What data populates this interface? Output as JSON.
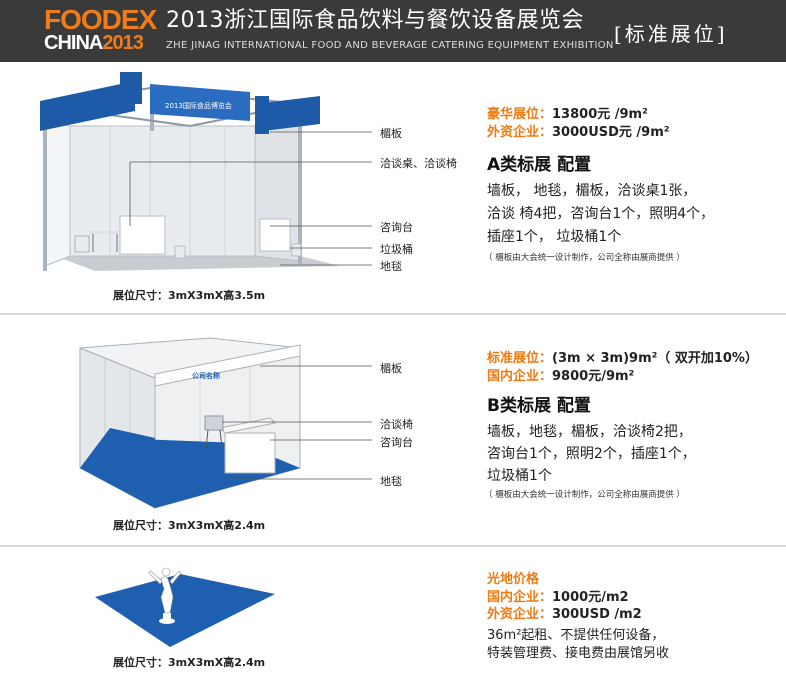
{
  "header": {
    "logo_line1": "FOODEX",
    "logo_line2_a": "CHINA",
    "logo_line2_b": "2013",
    "title_cn": "2013浙江国际食品饮料与餐饮设备展览会",
    "title_en": "ZHE JINAG INTERNATIONAL FOOD AND BEVERAGE CATERING EQUIPMENT EXHIBITION",
    "tag": "[标准展位]"
  },
  "booth_a": {
    "callouts": [
      "楣板",
      "洽谈桌、洽谈椅",
      "咨询台",
      "垃圾桶",
      "地毯"
    ],
    "fascia_text": "2013国际食品博览会",
    "dimension": "展位尺寸：3mX3mX高3.5m",
    "price1_label": "豪华展位：",
    "price1_value": "13800元 /9m²",
    "price2_label": "外资企业：",
    "price2_value": "3000USD元 /9m²",
    "type_title": "A类标展  配置",
    "desc": [
      "墙板， 地毯，楣板，洽谈桌1张，",
      "洽谈 椅4把，咨询台1个，照明4个，",
      "插座1个， 垃圾桶1个"
    ],
    "note": "（ 楣板由大会统一设计制作，公司全称由展商提供 ）"
  },
  "booth_b": {
    "callouts": [
      "楣板",
      "洽谈椅",
      "咨询台",
      "地毯"
    ],
    "fascia_text": "公司名称",
    "dimension": "展位尺寸：3mX3mX高2.4m",
    "price1_label": "标准展位：",
    "price1_value": "(3m × 3m)9m²（ 双开加10%）",
    "price2_label": "国内企业：",
    "price2_value": "9800元/9m²",
    "type_title": "B类标展  配置",
    "desc": [
      "墙板，地毯，楣板，洽谈椅2把，",
      "咨询台1个，照明2个，插座1个，",
      "垃圾桶1个"
    ],
    "note": "（ 楣板由大会统一设计制作，公司全称由展商提供 ）"
  },
  "booth_c": {
    "dimension": "展位尺寸：3mX3mX高2.4m",
    "title": "光地价格",
    "price1_label": "国内企业：",
    "price1_value": "1000元/m2",
    "price2_label": "外资企业：",
    "price2_value": "300USD /m2",
    "desc": [
      "36m²起租、不提供任何设备，",
      "特装管理费、接电费由展馆另收"
    ]
  },
  "colors": {
    "header_bg": "#3a3a3a",
    "accent_orange": "#ee7a12",
    "booth_blue": "#1f5fb0"
  }
}
